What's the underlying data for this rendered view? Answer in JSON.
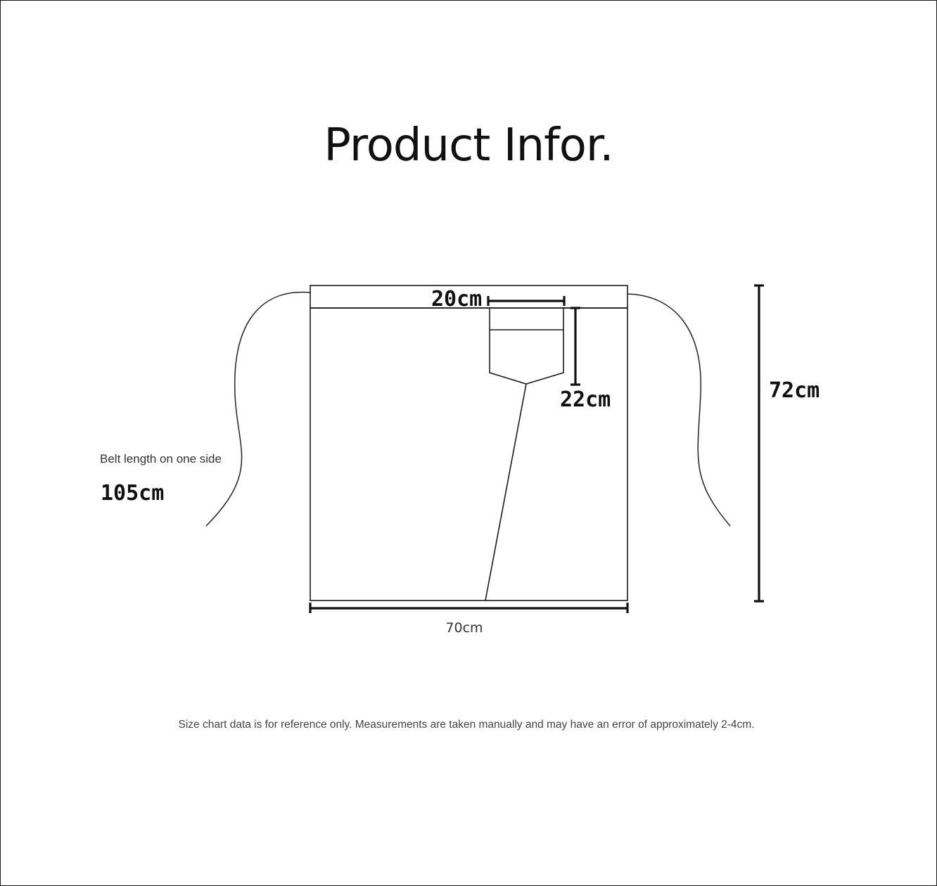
{
  "title": "Product Infor.",
  "dimensions": {
    "pocket_width": "20cm",
    "pocket_height": "22cm",
    "total_length": "72cm",
    "total_width": "70cm",
    "belt_label": "Belt length on one side",
    "belt_length": "105cm"
  },
  "note": "Size chart data is for reference only. Measurements are taken manually and may have an error of approximately 2-4cm."
}
